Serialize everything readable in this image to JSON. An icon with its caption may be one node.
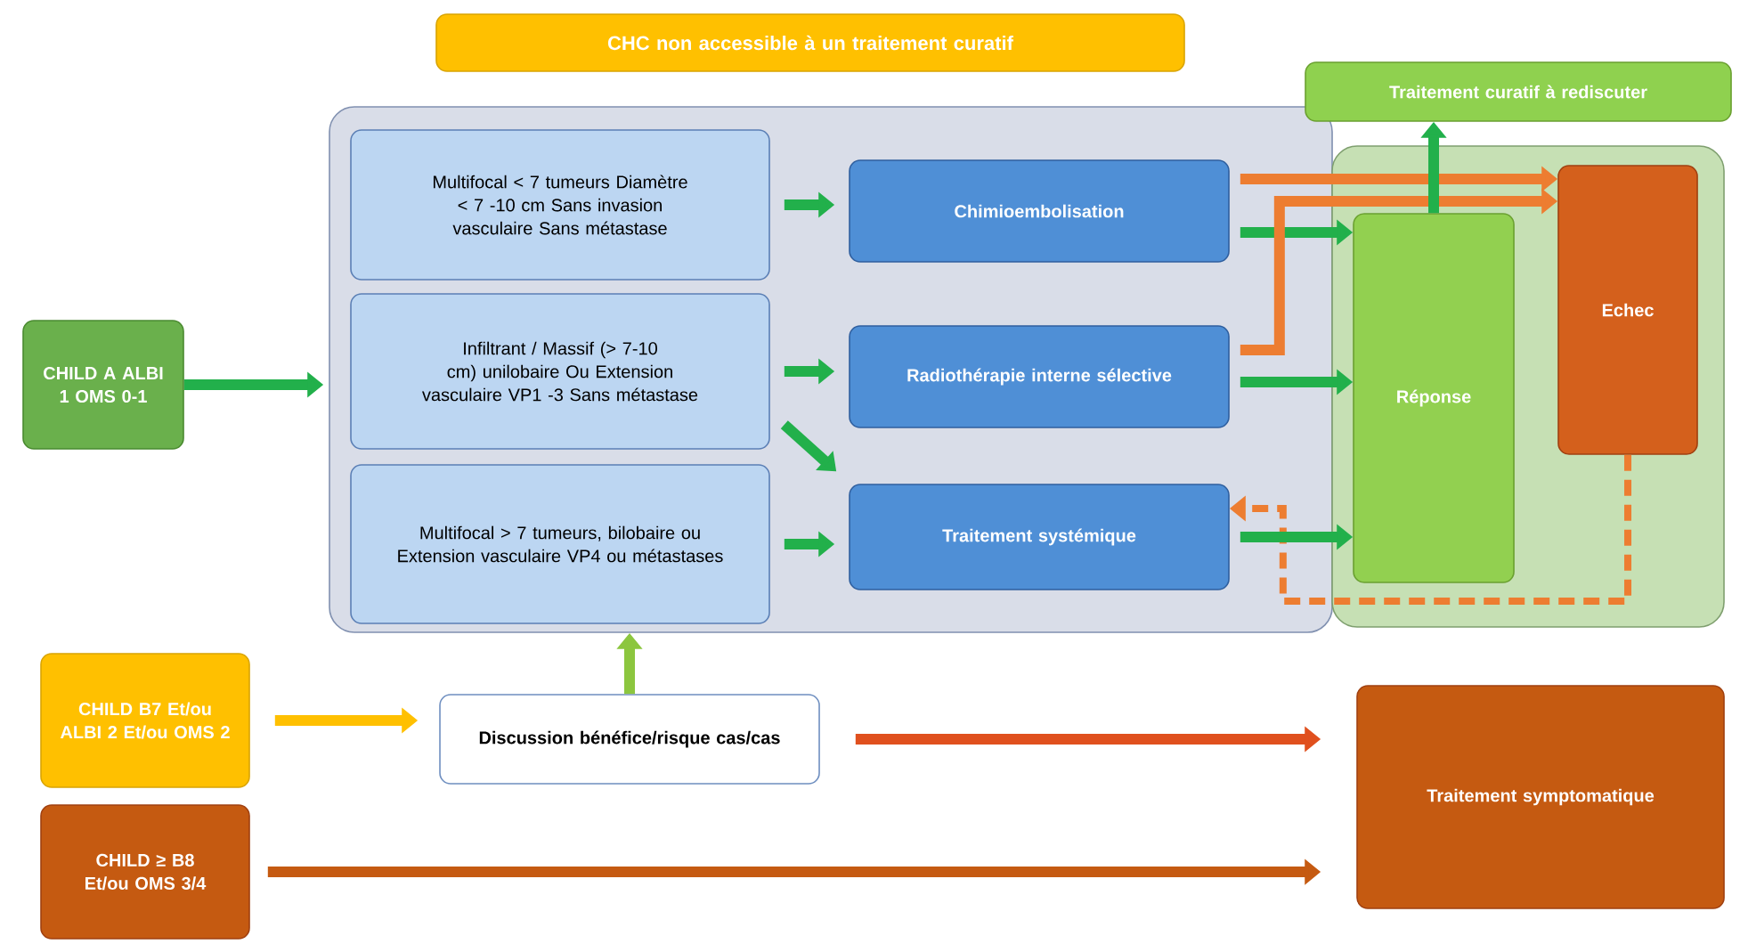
{
  "diagram": {
    "nodes": [
      {
        "text": [
          "CHC non accessible à un traitement curatif"
        ]
      },
      {
        "text": [],
        "shape": "box"
      },
      {
        "text": [
          "Multifocal < 7 tumeurs Diamètre < 7 -10 cm Sans invasion vasculaire Sans métastase"
        ],
        "in": 1
      },
      {
        "text": [
          "Chimioembolisation"
        ],
        "in": 1
      },
      {
        "text": [
          "Infiltrant / Massif (> 7-10 cm) unilobaire Ou Extension vasculaire VP1 -3 Sans métastase"
        ],
        "in": 1
      },
      {
        "text": [
          "Radiothérapie interne sélective"
        ],
        "in": 1
      },
      {
        "text": [
          "Multifocal > 7 tumeurs, bilobaire ou Extension vasculaire VP4 ou métastases"
        ],
        "in": 1
      },
      {
        "text": [
          "Traitement systémique"
        ],
        "in": 1
      },
      {
        "text": [
          "CHILD A ALBI 1 OMS 0-1"
        ]
      },
      {
        "text": [
          "Traitement curatif à rediscuter"
        ]
      },
      {
        "text": [],
        "shape": "box"
      },
      {
        "text": [
          "Réponse"
        ],
        "in": 10
      },
      {
        "text": [
          "Echec"
        ],
        "in": 10
      },
      {
        "text": [
          "CHILD B7 Et/ou ALBI 2 Et/ou OMS 2"
        ]
      },
      {
        "text": [
          "Discussion bénéfice/risque cas/cas"
        ]
      },
      {
        "text": [
          "CHILD ≥ B8 Et/ou OMS 3/4"
        ]
      },
      {
        "text": [
          "Traitement symptomatique"
        ]
      }
    ],
    "edges": [
      {
        "from": 8,
        "to": 1,
        "arrow": "to"
      },
      {
        "from": 2,
        "to": 3,
        "arrow": "to"
      },
      {
        "from": 4,
        "to": 5,
        "arrow": "to"
      },
      {
        "from": 4,
        "to": 7,
        "arrow": "to"
      },
      {
        "from": 6,
        "to": 7,
        "arrow": "to"
      },
      {
        "from": 3,
        "to": 12,
        "arrow": "to",
        "color": "#ed7d31"
      },
      {
        "from": 3,
        "to": 11,
        "arrow": "to"
      },
      {
        "from": 5,
        "to": 12,
        "arrow": "to",
        "color": "#ed7d31"
      },
      {
        "from": 5,
        "to": 11,
        "arrow": "to"
      },
      {
        "from": 12,
        "to": 7,
        "arrow": "to",
        "style": "dashed",
        "color": "#ed7d31"
      },
      {
        "from": 7,
        "to": 11,
        "arrow": "to"
      },
      {
        "from": 11,
        "to": 9,
        "arrow": "to"
      },
      {
        "from": 13,
        "to": 14,
        "arrow": "to",
        "color": "#ffc000"
      },
      {
        "from": 14,
        "to": 1,
        "arrow": "to",
        "color": "#8cc63f"
      },
      {
        "from": 14,
        "to": 16,
        "arrow": "to",
        "color": "#e0501e"
      },
      {
        "from": 15,
        "to": 16,
        "arrow": "to",
        "color": "#c55a11"
      }
    ]
  }
}
